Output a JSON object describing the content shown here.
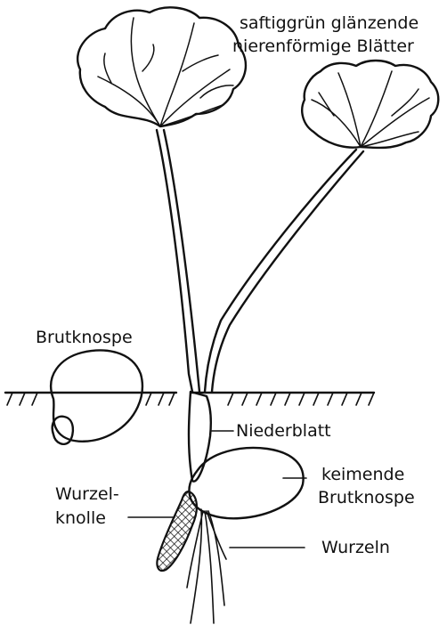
{
  "labels": {
    "leaf_line1": "saftiggrün glänzende",
    "leaf_line2": "nierenförmige Blätter",
    "brood_bud": "Brutknospe",
    "low_leaf": "Niederblatt",
    "germ_line1": "keimende",
    "germ_line2": "Brutknospe",
    "tuber_line1": "Wurzel-",
    "tuber_line2": "knolle",
    "roots": "Wurzeln"
  },
  "colors": {
    "ink": "#111111",
    "background": "#ffffff"
  }
}
